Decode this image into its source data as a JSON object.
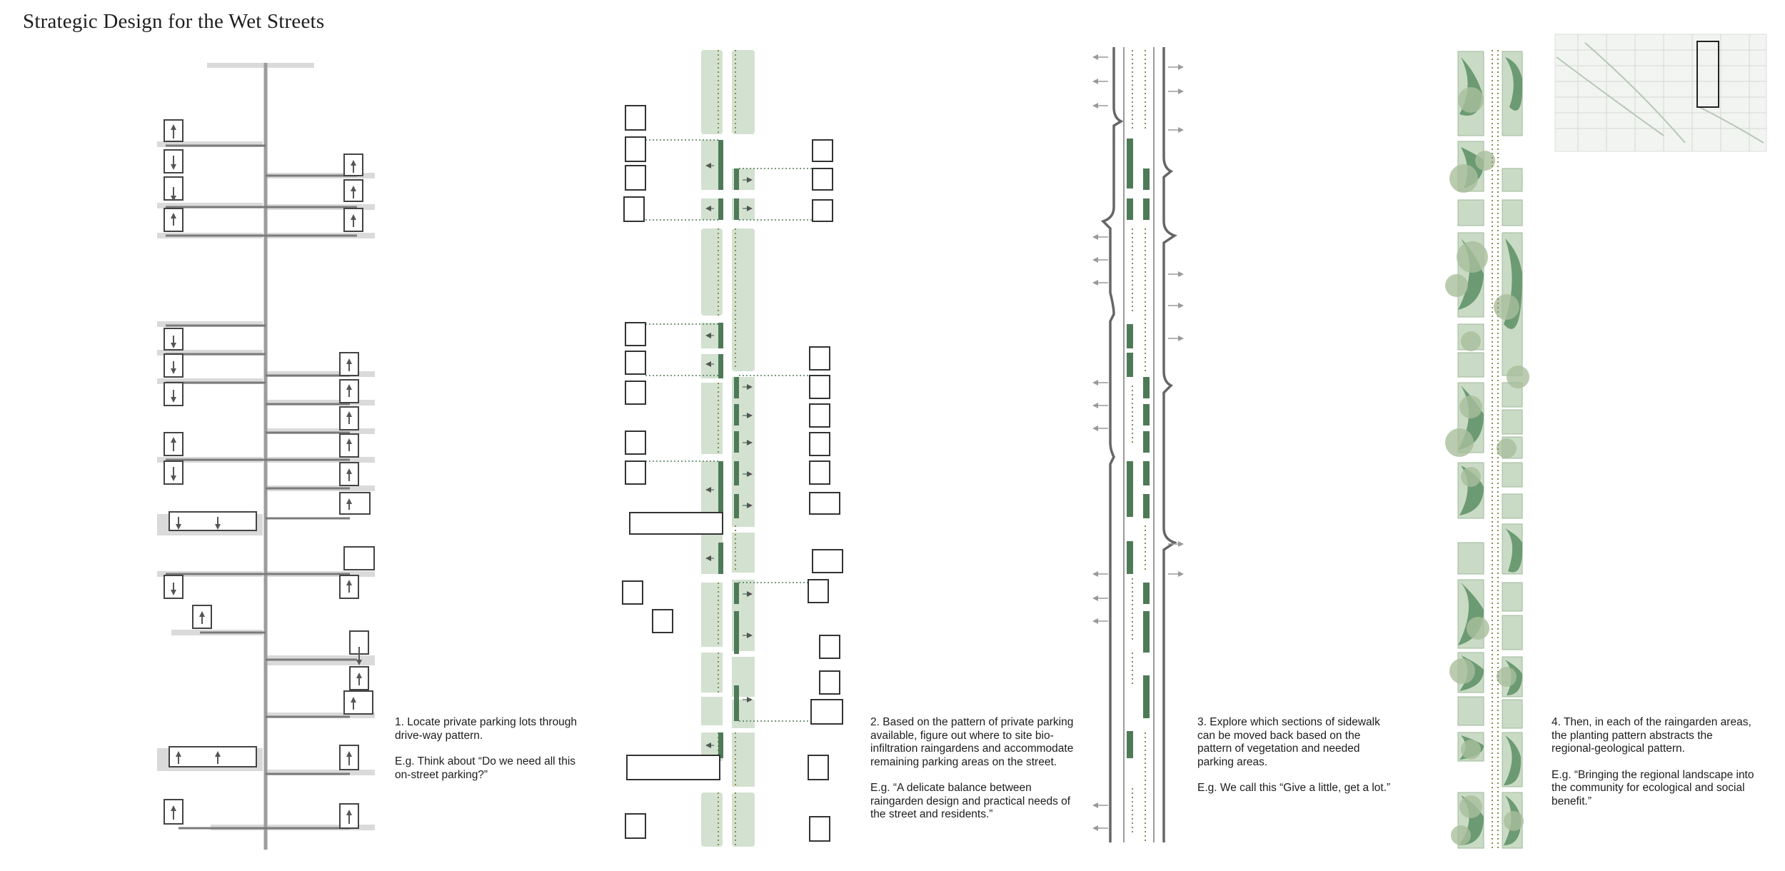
{
  "title": "Strategic Design for the Wet Streets",
  "colors": {
    "street": "#a0a0a0",
    "lot_gray": "#d8d8d8",
    "raingarden_green": "#d3e1d0",
    "parking_green": "#4e7a57",
    "planting_dark": "#5c8f64",
    "planting_light": "#b5cdae"
  },
  "steps": [
    {
      "text": "1. Locate private parking lots through drive-way pattern.",
      "example": "E.g. Think about “Do we need all this on-street parking?”"
    },
    {
      "text": "2. Based on the pattern of private parking available, figure out where to site bio-infiltration raingardens and accommodate remaining parking areas on the street.",
      "example": "E.g. “A delicate balance between raingarden design and practical needs of the street and residents.”"
    },
    {
      "text": "3. Explore which sections of sidewalk can be moved back based on the pattern of vegetation and needed parking areas.",
      "example": "E.g. We call this “Give a little, get a lot.”"
    },
    {
      "text": "4. Then, in each of the raingarden areas, the planting pattern abstracts the regional-geological pattern.",
      "example": "E.g. “Bringing the regional landscape into the community for ecological and social benefit.”"
    }
  ]
}
